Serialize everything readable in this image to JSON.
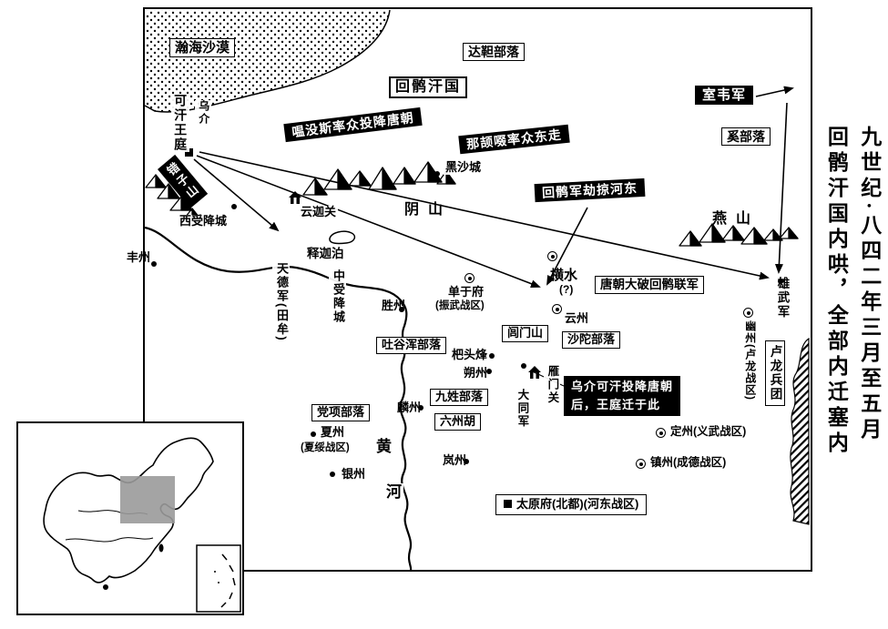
{
  "colors": {
    "ink": "#000000",
    "paper": "#ffffff",
    "inset_highlight": "#9a9a9a"
  },
  "side_title": {
    "col1": "九世纪·八四二年三月至五月",
    "col2": "回鹘汗国内哄，全部内迁塞内"
  },
  "labels": {
    "hanhai_desert": "瀚海沙漠",
    "dada_tribe": "达靼部落",
    "huihu_khanate": "回鹘汗国",
    "shiwei_army": "室韦军",
    "xi_tribe": "奚部落",
    "khan_court": "可汗王庭",
    "wujie": "乌介",
    "event_wenmosi": "嗢没斯率众投降唐朝",
    "event_najie": "那颉啜率众东走",
    "event_loot_hedong": "回鹘军劫掠河东",
    "event_tang_victory": "唐朝大破回鹘联军",
    "event_court_move_line1": "乌介可汗投降唐朝",
    "event_court_move_line2": "后，王庭迁于此",
    "heishacheng": "黑沙城",
    "cuozishan": "错子山",
    "yinshan": "阴山",
    "yanshan": "燕山",
    "xishoujiangcheng": "西受降城",
    "yunjiaguan": "云迦关",
    "shijiapo": "释迦泊",
    "fengzhou": "丰州",
    "tiandejun": "天德军(田牟)",
    "zhongshoujiangcheng": "中受降城",
    "shengzhou": "胜州",
    "chanyufu": "单于府",
    "chanyufu_district": "(振武战区)",
    "hengshui": "横水",
    "hengshui_note": "(?)",
    "yunzhou": "云州",
    "xiongwujun": "雄武军",
    "youzhou": "幽州(卢龙战区)",
    "lulong_corps": "卢龙兵团",
    "tuyuhun": "吐谷浑部落",
    "batoufeng": "杷头烽",
    "lvmenshan": "闾门山",
    "shatuo": "沙陀部落",
    "shuozhou": "朔州",
    "yanmenguan": "雁门关",
    "datongjun": "大同军",
    "linzhou": "麟州",
    "jiuxing": "九姓部落",
    "liuzhouhu": "六州胡",
    "dangxiang": "党项部落",
    "xiazhou": "夏州",
    "xiazhou_district": "(夏绥战区)",
    "yinzhou": "银州",
    "lanzhou": "岚州",
    "huang": "黄",
    "he": "河",
    "dingzhou": "定州(义武战区)",
    "zhenzhou": "镇州(成德战区)",
    "taiyuan": "太原府(北都)(河东战区)"
  }
}
